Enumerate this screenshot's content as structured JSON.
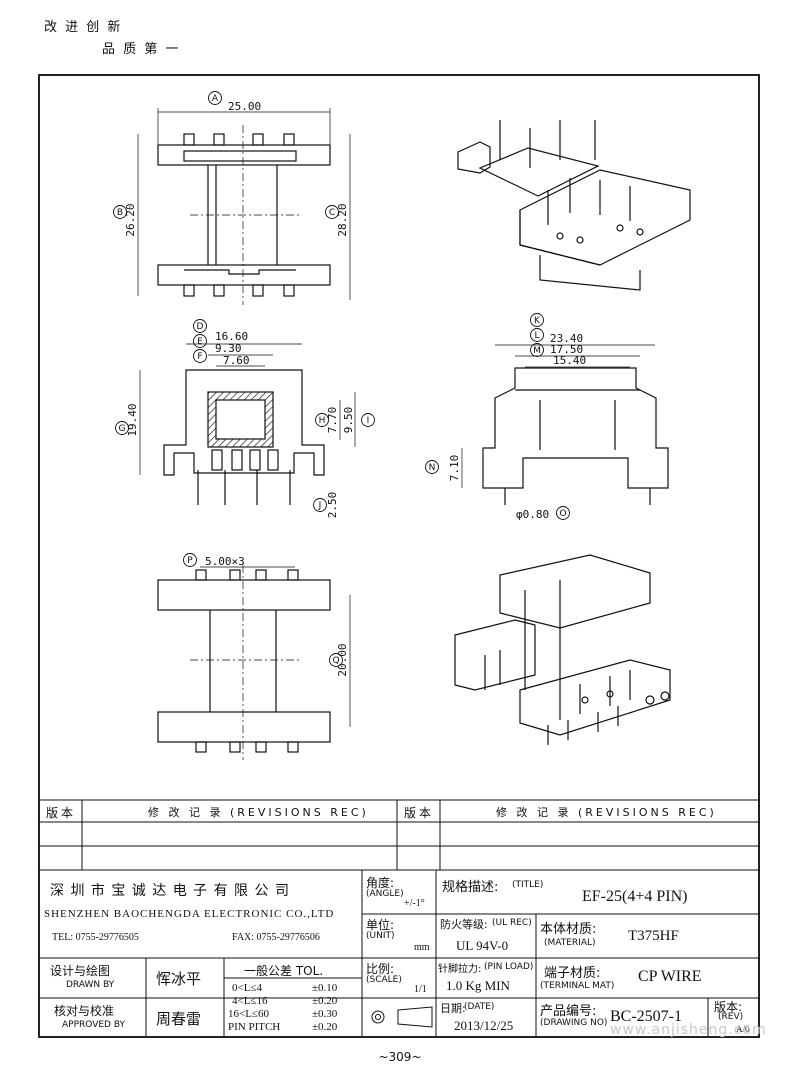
{
  "slogan": {
    "line1": "改 进 创 新",
    "line2": "品 质 第 一"
  },
  "dimensions": {
    "top_width": "25.00",
    "top_height_b": "26.20",
    "top_height_c": "28.20",
    "front_w_d": "16.60",
    "front_w_e": "9.30",
    "front_w_f": "7.60",
    "front_h_g": "19.40",
    "front_h_h": "7.70",
    "front_h_i": "9.50",
    "front_pin_j": "2.50",
    "side_w_k": "23.40",
    "side_w_l": "17.50",
    "side_w_m": "15.40",
    "side_h_n": "7.10",
    "pin_dia_o": "φ0.80",
    "bottom_pitch_p": "5.00×3",
    "bottom_h_q": "20.00"
  },
  "labels": {
    "A": "A",
    "B": "B",
    "C": "C",
    "D": "D",
    "E": "E",
    "F": "F",
    "G": "G",
    "H": "H",
    "I": "I",
    "J": "J",
    "K": "K",
    "L": "L",
    "M": "M",
    "N": "N",
    "O": "O",
    "P": "P",
    "Q": "Q"
  },
  "revisions": {
    "col1": "版本",
    "col2": "修 改 记 录  (REVISIONS REC)",
    "col3": "版本",
    "col4": "修 改 记 录  (REVISIONS REC)"
  },
  "company": {
    "name_cn": "深 圳 市 宝 诚 达 电 子 有 限 公 司",
    "name_en": "SHENZHEN BAOCHENGDA ELECTRONIC CO.,LTD",
    "tel": "TEL: 0755-29776505",
    "fax": "FAX: 0755-29776506"
  },
  "titleblock": {
    "angle_label": "角度:",
    "angle_en": "(ANGLE)",
    "angle_val": "+/-1°",
    "title_label": "规格描述:",
    "title_en": "(TITLE)",
    "title_val": "EF-25(4+4 PIN)",
    "unit_label": "单位:",
    "unit_en": "(UNIT)",
    "unit_val": "mm",
    "ul_label": "防火等级:",
    "ul_en": "(UL REC)",
    "ul_val": "UL 94V-0",
    "material_label": "本体材质:",
    "material_en": "(MATERIAL)",
    "material_val": "T375HF",
    "drawn_label": "设计与绘图",
    "drawn_en": "DRAWN BY",
    "drawn_val": "恽冰平",
    "tol_label": "一般公差 TOL.",
    "tol_rows": [
      {
        "range": "0<L≤4",
        "val": "±0.10"
      },
      {
        "range": "4<L≤16",
        "val": "±0.20"
      },
      {
        "range": "16<L≤60",
        "val": "±0.30"
      },
      {
        "range": "PIN PITCH",
        "val": "±0.20"
      }
    ],
    "scale_label": "比例:",
    "scale_en": "(SCALE)",
    "scale_val": "1/1",
    "pinload_label": "针脚拉力:",
    "pinload_en": "(PIN LOAD)",
    "pinload_val": "1.0 Kg MIN",
    "terminal_label": "端子材质:",
    "terminal_en": "(TERMINAL MAT)",
    "terminal_val": "CP WIRE",
    "approved_label": "核对与校准",
    "approved_en": "APPROVED BY",
    "approved_val": "周春雷",
    "date_label": "日期:",
    "date_en": "(DATE)",
    "date_val": "2013/12/25",
    "drawingno_label": "产品编号:",
    "drawingno_en": "(DRAWING NO)",
    "drawingno_val": "BC-2507-1",
    "rev_label": "版本:",
    "rev_en": "(REV)",
    "rev_val": "A/0"
  },
  "watermark": "www.anjisheng.com",
  "page_number": "~309~"
}
